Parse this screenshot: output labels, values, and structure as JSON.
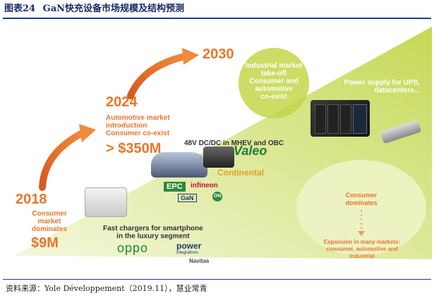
{
  "caption": {
    "number": "图表24",
    "title": "GaN快充设备市场规模及结构预测"
  },
  "source": "资料来源：Yole Développement（2019.11），慧业常青",
  "timeline": {
    "y2018": {
      "year": "2018",
      "desc": [
        "Consumer",
        "market",
        "dominates"
      ],
      "value": "$9M"
    },
    "y2024": {
      "year": "2024",
      "desc": [
        "Automotive market",
        "introduction",
        "Consumer co-exist"
      ],
      "value": "> $350M"
    },
    "y2030": {
      "year": "2030",
      "desc": [
        "Industrial market",
        "take-off",
        "Consumer and",
        "automotive",
        "co-exist"
      ]
    }
  },
  "segments": {
    "fast_chargers": [
      "Fast chargers for smartphone",
      "in the luxury segment"
    ],
    "dcdc": "48V DC/DC in MHEV and OBC",
    "power_supply": [
      "Power supply for UPS,",
      "datacenters..."
    ],
    "consumer_dominates": [
      "Consumer",
      "dominates"
    ],
    "expansion": [
      "Expansion in many markets:",
      "consumer, automotive and",
      "industrial"
    ]
  },
  "logos": {
    "oppo": "oppo",
    "power_integrations": "power",
    "power_integrations_sub": "integrations",
    "navitas": "Navitas",
    "valeo": "Valeo",
    "continental": "Continental",
    "epc": "EPC",
    "infineon": "infineon",
    "gan_systems": "GaN",
    "on": "ON"
  },
  "colors": {
    "orange": "#e8762c",
    "lime": "#c3d64a",
    "light_lime": "#e7efb4",
    "navy": "#1a2a6c"
  }
}
